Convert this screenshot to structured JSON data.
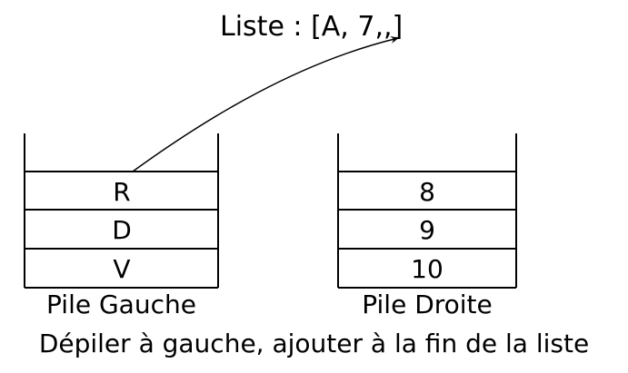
{
  "list": {
    "text": "Liste : [A, 7,,]"
  },
  "stacks": {
    "left": {
      "label": "Pile Gauche",
      "cells": [
        "R",
        "D",
        "V"
      ]
    },
    "right": {
      "label": "Pile Droite",
      "cells": [
        "8",
        "9",
        "10"
      ]
    }
  },
  "caption": "Dépiler à gauche, ajouter à la fin de la liste",
  "colors": {
    "stroke": "#000000",
    "background": "#ffffff"
  }
}
